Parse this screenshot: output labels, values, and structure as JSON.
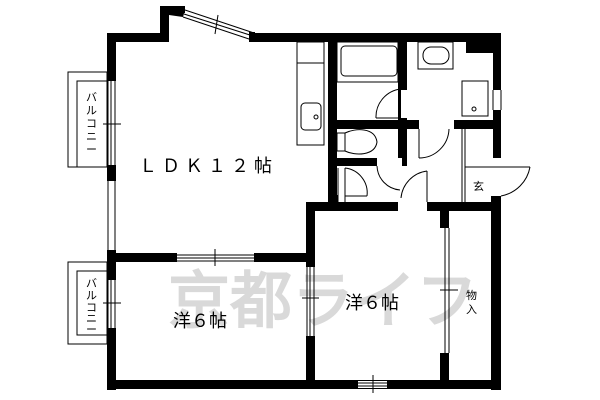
{
  "floor_plan": {
    "watermark": "京都ライフ",
    "rooms": {
      "ldk": {
        "label": "ＬＤＫ１２帖"
      },
      "western_room_left": {
        "label": "洋６帖"
      },
      "western_room_right": {
        "label": "洋６帖"
      },
      "storage": {
        "label_line1": "物",
        "label_line2": "入"
      },
      "entrance": {
        "label": "玄"
      },
      "balcony_upper": {
        "label_chars": [
          "バ",
          "ル",
          "コ",
          "ニ",
          "ー"
        ]
      },
      "balcony_lower": {
        "label_chars": [
          "バ",
          "ル",
          "コ",
          "ニ",
          "ー"
        ]
      }
    },
    "fixtures": [
      "kitchen-counter",
      "sink",
      "bathtub",
      "washbasin",
      "washing-machine-space",
      "toilet"
    ],
    "colors": {
      "wall": "#000000",
      "background": "#ffffff",
      "watermark": "#d9d9d9"
    }
  }
}
